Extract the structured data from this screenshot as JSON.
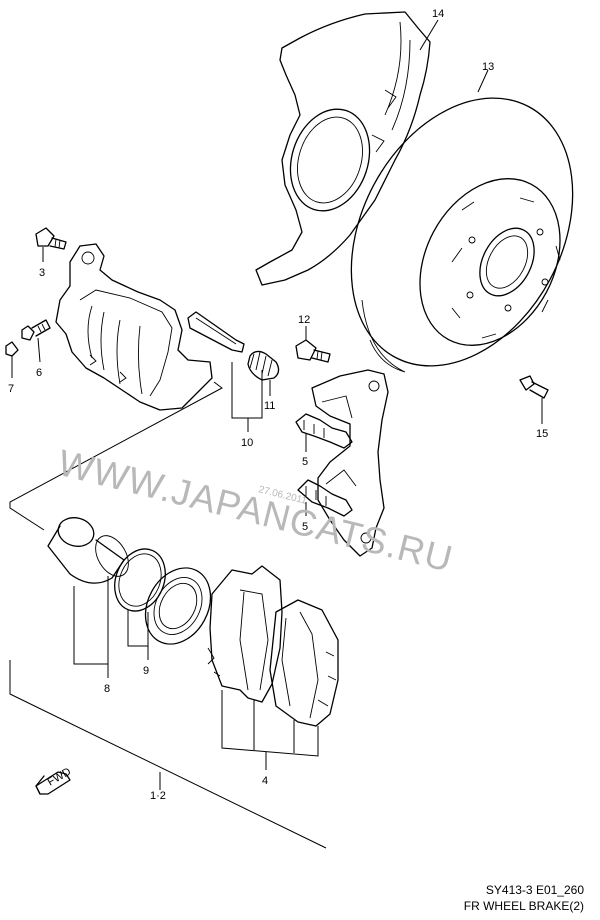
{
  "watermark": {
    "text": "WWW.JAPANCATS.RU",
    "date": "27.06.2011"
  },
  "callouts": [
    {
      "id": "14",
      "text": "14"
    },
    {
      "id": "13",
      "text": "13"
    },
    {
      "id": "3",
      "text": "3"
    },
    {
      "id": "12",
      "text": "12"
    },
    {
      "id": "7",
      "text": "7"
    },
    {
      "id": "6",
      "text": "6"
    },
    {
      "id": "11",
      "text": "11"
    },
    {
      "id": "10",
      "text": "10"
    },
    {
      "id": "15",
      "text": "15"
    },
    {
      "id": "5a",
      "text": "5"
    },
    {
      "id": "5b",
      "text": "5"
    },
    {
      "id": "9",
      "text": "9"
    },
    {
      "id": "8",
      "text": "8"
    },
    {
      "id": "4",
      "text": "4"
    },
    {
      "id": "1-2",
      "text": "1·2"
    }
  ],
  "fwd_marker": "FWD",
  "reference": {
    "code": "SY413-3 E01_260",
    "title": "FR WHEEL BRAKE(2)"
  },
  "colors": {
    "line": "#000000",
    "watermark": "#b8b8b8",
    "background": "#ffffff"
  }
}
